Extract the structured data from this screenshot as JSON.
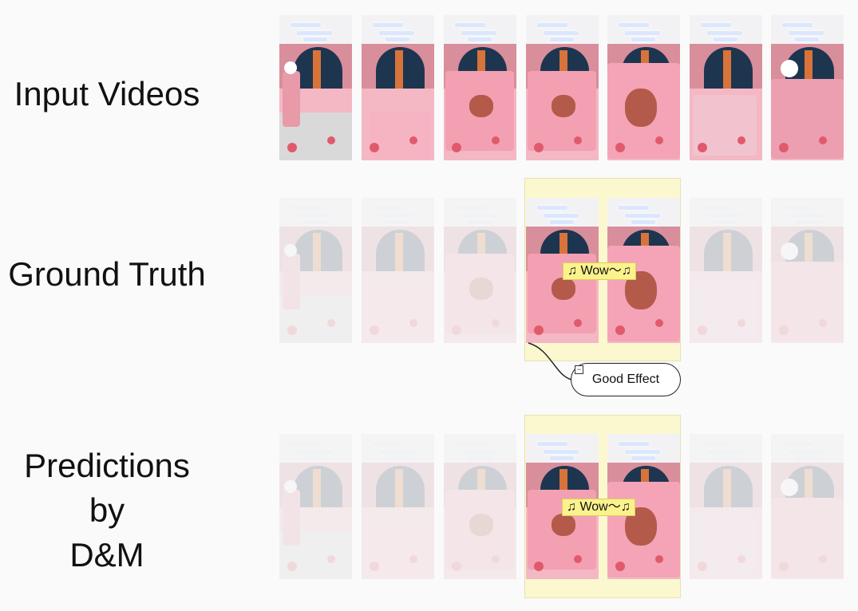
{
  "rows": [
    {
      "label": "Input Videos",
      "highlighted": []
    },
    {
      "label": "Ground Truth",
      "highlighted": [
        3,
        4
      ]
    },
    {
      "label": "Predictions\nby\nD&M",
      "highlighted": [
        3,
        4
      ]
    }
  ],
  "frames": [
    {
      "content": "person-with-rack"
    },
    {
      "content": "bed-scene"
    },
    {
      "content": "blanket-unfolding"
    },
    {
      "content": "blanket-text"
    },
    {
      "content": "bear-blanket"
    },
    {
      "content": "pile-of-blankets"
    },
    {
      "content": "blanket-with-face"
    }
  ],
  "wow_label": "♫ Wow～♫",
  "callout_text": "Good Effect",
  "callout_icon": "−",
  "icons": [
    "collapse-icon"
  ]
}
